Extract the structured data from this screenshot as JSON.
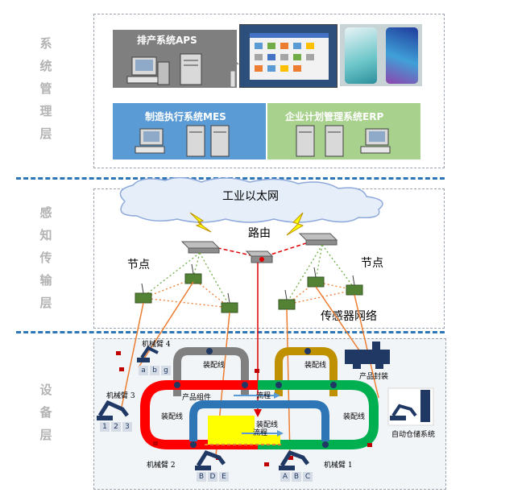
{
  "layers": {
    "management": {
      "label": "系统管理层"
    },
    "perception": {
      "label": "感知传输层"
    },
    "device": {
      "label": "设备层"
    }
  },
  "systems": {
    "aps": "排产系统APS",
    "mes": "制造执行系统MES",
    "erp": "企业计划管理系统ERP"
  },
  "network": {
    "ethernet": "工业以太网",
    "router": "路由",
    "node_left": "节点",
    "node_right": "节点",
    "sensor_net": "传感器网络"
  },
  "device": {
    "arm1": "机械臂 1",
    "arm2": "机械臂 2",
    "arm3": "机械臂 3",
    "arm4": "机械臂 4",
    "asm_top_left": "装配线",
    "asm_top_right": "装配线",
    "asm_left": "装配线",
    "asm_right": "装配线",
    "asm_center": "装配线",
    "product_group": "产品组件",
    "flow_top": "流程",
    "flow_bottom": "流程",
    "package": "产品封装",
    "warehouse": "自动仓储系统",
    "tags_abg": [
      "a",
      "b",
      "g"
    ],
    "tags_123": [
      "1",
      "2",
      "3"
    ],
    "tags_bde": [
      "B",
      "D",
      "E"
    ],
    "tags_abc": [
      "A",
      "B",
      "C"
    ]
  },
  "colors": {
    "aps_bg": "#7f7f7f",
    "mes_bg": "#5b9bd5",
    "erp_bg": "#a9d18e",
    "divider": "#2e75b6",
    "loop_red": "#ff0000",
    "loop_green": "#00b050",
    "loop_blue": "#2e75b6",
    "loop_gray": "#808080",
    "loop_gold": "#bf9000",
    "loop_yellow": "#ffff00"
  }
}
